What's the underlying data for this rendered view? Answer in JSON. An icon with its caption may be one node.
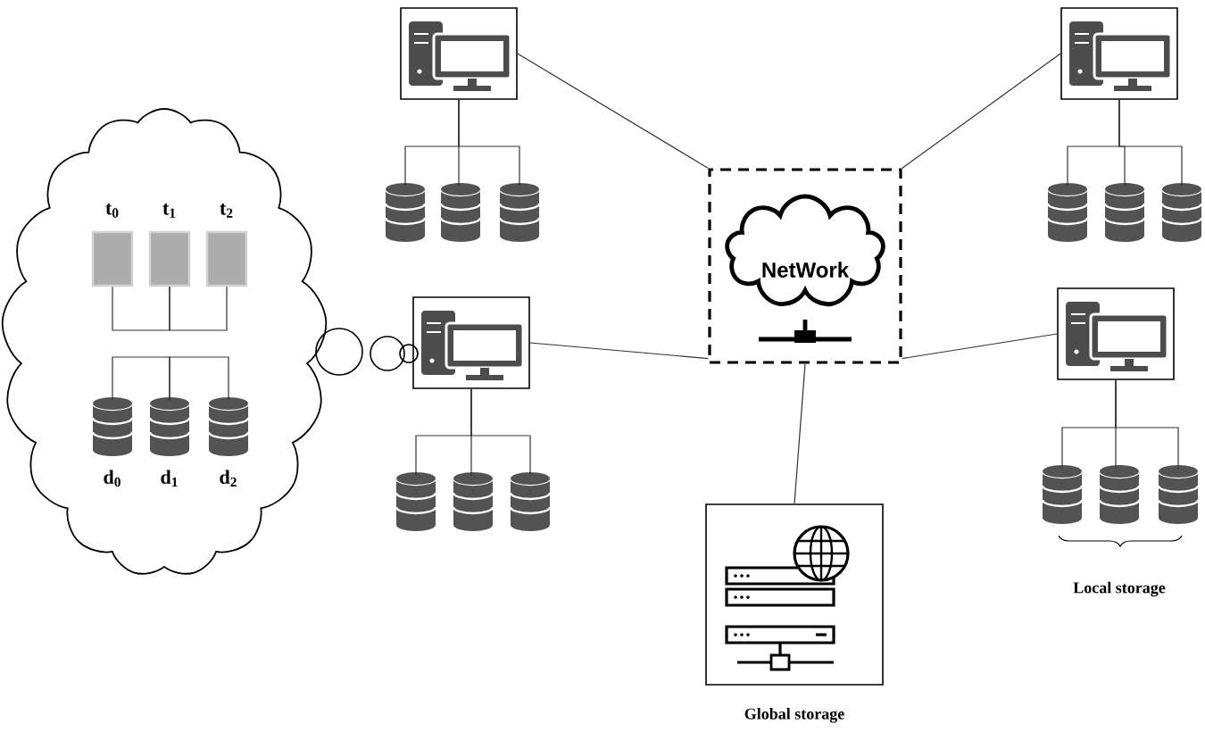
{
  "diagram": {
    "nodes": [
      {
        "text": [],
        "shape": "cloud"
      },
      {
        "text": [
          "t$_{0}$"
        ],
        "in": 0
      },
      {
        "text": [
          "t$_{1}$"
        ],
        "in": 0
      },
      {
        "text": [
          "t$_{2}$"
        ],
        "in": 0
      },
      {
        "text": [
          "d$_{0}$"
        ],
        "in": 0
      },
      {
        "text": [
          "d$_{1}$"
        ],
        "in": 0
      },
      {
        "text": [
          "d$_{2}$"
        ],
        "in": 0
      },
      {
        "text": [],
        "shape": "computer"
      },
      {
        "text": [],
        "shape": "database"
      },
      {
        "text": [],
        "shape": "database"
      },
      {
        "text": [],
        "shape": "database"
      },
      {
        "text": [],
        "shape": "computer"
      },
      {
        "text": [],
        "shape": "database"
      },
      {
        "text": [],
        "shape": "database"
      },
      {
        "text": [],
        "shape": "database"
      },
      {
        "text": [
          "NetWork"
        ]
      },
      {
        "text": [],
        "shape": "computer"
      },
      {
        "text": [],
        "shape": "database"
      },
      {
        "text": [],
        "shape": "database"
      },
      {
        "text": [],
        "shape": "database"
      },
      {
        "text": [],
        "shape": "computer"
      },
      {
        "text": [],
        "shape": "database"
      },
      {
        "text": [],
        "shape": "database"
      },
      {
        "text": [],
        "shape": "database"
      },
      {
        "text": [],
        "shape": "server",
        "beside": [
          "Global storage"
        ]
      }
    ],
    "edges": [
      {
        "from": 7,
        "to": 8,
        "arrow": "none"
      },
      {
        "from": 7,
        "to": 9,
        "arrow": "none"
      },
      {
        "from": 7,
        "to": 10,
        "arrow": "none"
      },
      {
        "from": 7,
        "to": 15,
        "arrow": "none"
      },
      {
        "from": 11,
        "to": 12,
        "arrow": "none"
      },
      {
        "from": 11,
        "to": 13,
        "arrow": "none"
      },
      {
        "from": 11,
        "to": 14,
        "arrow": "none"
      },
      {
        "from": 11,
        "to": 15,
        "arrow": "none"
      },
      {
        "from": 16,
        "to": 17,
        "arrow": "none"
      },
      {
        "from": 16,
        "to": 18,
        "arrow": "none"
      },
      {
        "from": 16,
        "to": 19,
        "arrow": "none"
      },
      {
        "from": 16,
        "to": 15,
        "arrow": "none"
      },
      {
        "from": 20,
        "to": 21,
        "arrow": "none"
      },
      {
        "from": 20,
        "to": 22,
        "arrow": "none"
      },
      {
        "from": 20,
        "to": 23,
        "arrow": "none"
      },
      {
        "from": 20,
        "to": 15,
        "arrow": "none"
      },
      {
        "from": 15,
        "to": 24,
        "arrow": "none"
      },
      {
        "from": 1,
        "to": 2,
        "arrow": "none"
      },
      {
        "from": 2,
        "to": 3,
        "arrow": "none"
      },
      {
        "from": 4,
        "to": 5,
        "arrow": "none"
      },
      {
        "from": 5,
        "to": 6,
        "arrow": "none"
      }
    ],
    "labels": [
      "Local storage"
    ]
  }
}
